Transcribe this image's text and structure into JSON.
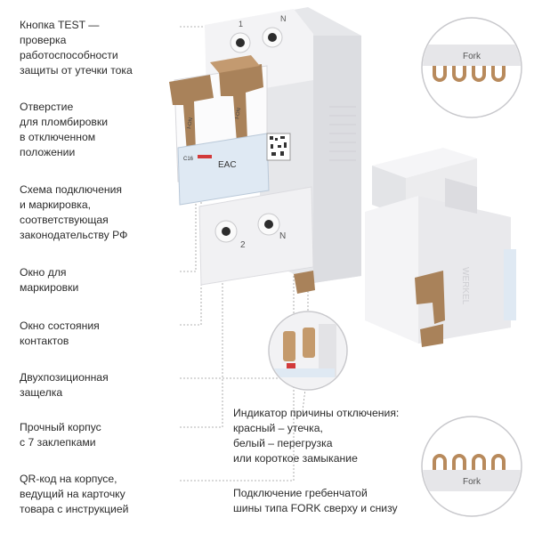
{
  "left_labels": [
    "Кнопка TEST —\nпроверка\nработоспособности\nзащиты от утечки тока",
    "Отверстие\nдля пломбировки\nв отключенном\nположении",
    "Схема подключения\nи маркировка,\nсоответствующая\nзаконодательству РФ",
    "Окно для\nмаркировки",
    "Окно состояния\nконтактов",
    "Двухпозиционная\nзащелка",
    "Прочный корпус\nс 7 заклепками",
    "QR-код на корпусе,\nведущий на карточку\nтовара с инструкцией"
  ],
  "right_labels": [
    "Индикатор причины отключения:\nкрасный – утечка,\nбелый – перегрузка\nили короткое замыкание",
    "Подключение гребенчатой\nшины типа FORK сверху и снизу"
  ],
  "device": {
    "brand": "WERKEL",
    "terminal_top_left": "1",
    "terminal_top_right": "N",
    "terminal_bottom_left": "2",
    "terminal_bottom_right": "N",
    "rating": "C16",
    "toggle_label": "I-ON"
  },
  "circle_top_label": "Fork",
  "circle_bottom_label": "Fork",
  "colors": {
    "text": "#2b2b2b",
    "leader": "#9a9a9a",
    "body": "#f1f1f3",
    "toggle": "#a9825a",
    "label_panel": "#dfe9f3"
  }
}
